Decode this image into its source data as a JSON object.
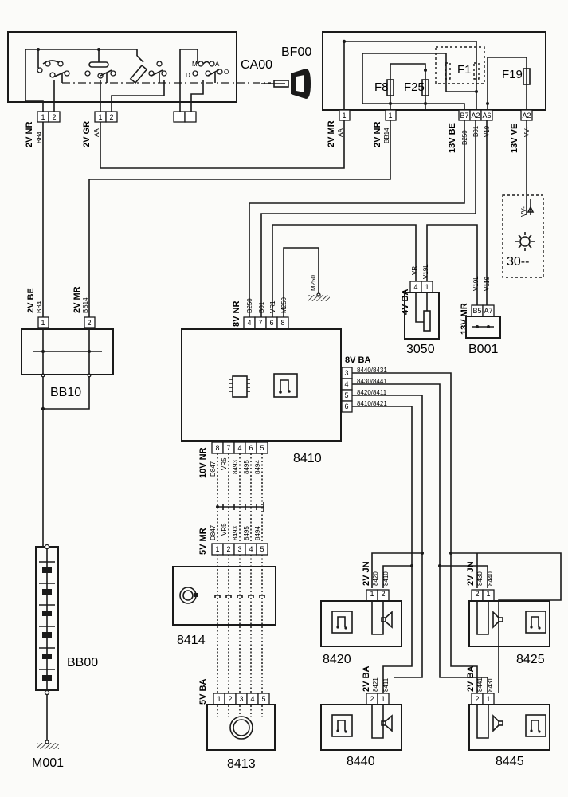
{
  "diagram": {
    "components": {
      "ignition_switch": "CA00",
      "key": "BF00",
      "fuse_box_fuses": [
        "F8",
        "F25",
        "F1",
        "F19"
      ],
      "splice": "BB10",
      "battery": "BB00",
      "ground": "M001",
      "ground_m250": "M250",
      "radio": "8410",
      "sensor_3050": "3050",
      "connector_b001": "B001",
      "lighting_label": "30--",
      "lighting_wire": "VV-",
      "remote_control": "8414",
      "remote_receiver": "8413",
      "speaker_fl": "8420",
      "speaker_fr": "8425",
      "speaker_rl": "8440",
      "speaker_rr": "8445"
    },
    "switch_positions": {
      "m": "M",
      "d": "D",
      "a": "A",
      "o": "O"
    },
    "connectors": {
      "ca00_left": {
        "label": "2V NR",
        "wire": "BB4",
        "pins": [
          "1",
          "2"
        ]
      },
      "ca00_mid": {
        "label": "2V GR",
        "wire": "AA",
        "pins": [
          "1",
          "2"
        ]
      },
      "fuse_aa": {
        "label": "2V MR",
        "wire": "AA",
        "pins": [
          "1"
        ]
      },
      "fuse_bb14": {
        "label": "2V NR",
        "wire": "BB14",
        "pins": [
          "1"
        ]
      },
      "fuse_13vbe": {
        "label": "13V BE",
        "wires": [
          "B250",
          "B01",
          "V19"
        ],
        "pins": [
          "B7",
          "A2",
          "A6"
        ]
      },
      "fuse_13vve": {
        "label": "13V VE",
        "wire": "VV-",
        "pins": [
          "A2"
        ]
      },
      "bb10_left": {
        "label": "2V BE",
        "wire": "BB4",
        "pins": [
          "1"
        ]
      },
      "bb10_right": {
        "label": "2V MR",
        "wire": "BB14",
        "pins": [
          "2"
        ]
      },
      "radio_top": {
        "label": "8V NR",
        "wires": [
          "B250",
          "B01",
          "VR1",
          "M250"
        ],
        "pins": [
          "4",
          "7",
          "6",
          "8"
        ]
      },
      "radio_right": {
        "label": "8V BA",
        "wires": [
          "8440/8431",
          "8430/8441",
          "8420/8411",
          "8410/8421"
        ],
        "pins": [
          "3",
          "4",
          "5",
          "6"
        ]
      },
      "radio_bottom": {
        "label": "10V NR",
        "wires": [
          "D847",
          "VR5",
          "8493",
          "8495",
          "8494"
        ],
        "pins": [
          "8",
          "7",
          "4",
          "6",
          "5"
        ]
      },
      "remote_top": {
        "label": "5V MR",
        "wires": [
          "D847",
          "VR5",
          "8493",
          "8495",
          "8494"
        ],
        "pins": [
          "1",
          "2",
          "3",
          "4",
          "5"
        ]
      },
      "receiver_top": {
        "label": "5V BA",
        "pins": [
          "1",
          "2",
          "3",
          "4",
          "5"
        ]
      },
      "sensor_3050": {
        "label": "4V BA",
        "wires": [
          "VR",
          "V19L"
        ],
        "pins": [
          "4",
          "1"
        ]
      },
      "b001": {
        "label": "13V MR",
        "wires": [
          "V19L",
          "V119"
        ],
        "pins": [
          "B5",
          "A7"
        ]
      },
      "spk_8420": {
        "label": "2V JN",
        "wires": [
          "8420",
          "8410"
        ],
        "pins": [
          "1",
          "2"
        ]
      },
      "spk_8425": {
        "label": "2V JN",
        "wires": [
          "8430",
          "8440"
        ],
        "pins": [
          "2",
          "1"
        ]
      },
      "spk_8440": {
        "label": "2V BA",
        "wires": [
          "8421",
          "8411"
        ],
        "pins": [
          "2",
          "1"
        ]
      },
      "spk_8445": {
        "label": "2V BA",
        "wires": [
          "8441",
          "8431"
        ],
        "pins": [
          "2",
          "1"
        ]
      }
    }
  }
}
